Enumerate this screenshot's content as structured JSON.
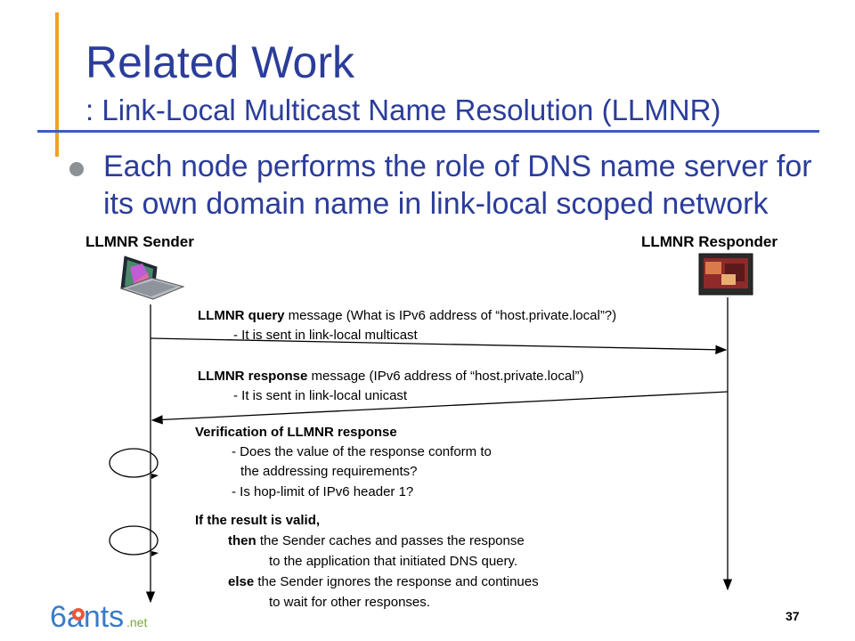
{
  "slide": {
    "title": "Related Work",
    "subtitle": ": Link-Local Multicast Name Resolution (LLMNR)",
    "bullet": "Each node performs the role of DNS name server for its own domain name in link-local scoped network",
    "page_number": "37",
    "logo": {
      "name": "6ants",
      "suffix": ".net"
    }
  },
  "diagram": {
    "sender_label": "LLMNR Sender",
    "responder_label": "LLMNR Responder",
    "query": {
      "bold": "LLMNR query",
      "rest": " message (What is IPv6 address of “host.private.local”?)",
      "detail": "- It is sent in link-local multicast"
    },
    "response": {
      "bold": "LLMNR response",
      "rest": " message (IPv6 address of  “host.private.local”)",
      "detail": "- It is sent in link-local unicast"
    },
    "verification": {
      "title": "Verification of LLMNR response",
      "line1": "- Does the value of the response conform to",
      "line2": "the addressing requirements?",
      "line3": "- Is hop-limit of IPv6 header 1?"
    },
    "result": {
      "title": "If the result is valid,",
      "then_kw": "then",
      "then_text": " the Sender caches and passes the response",
      "then_text2": "to the application that initiated DNS query.",
      "else_kw": "else",
      "else_text": " the Sender ignores the response and continues",
      "else_text2": "to wait for other responses."
    }
  },
  "colors": {
    "title": "#2b3d9a",
    "accent_orange": "#f0a21c",
    "accent_blue": "#3a5cc4",
    "bullet": "#8c9196"
  }
}
